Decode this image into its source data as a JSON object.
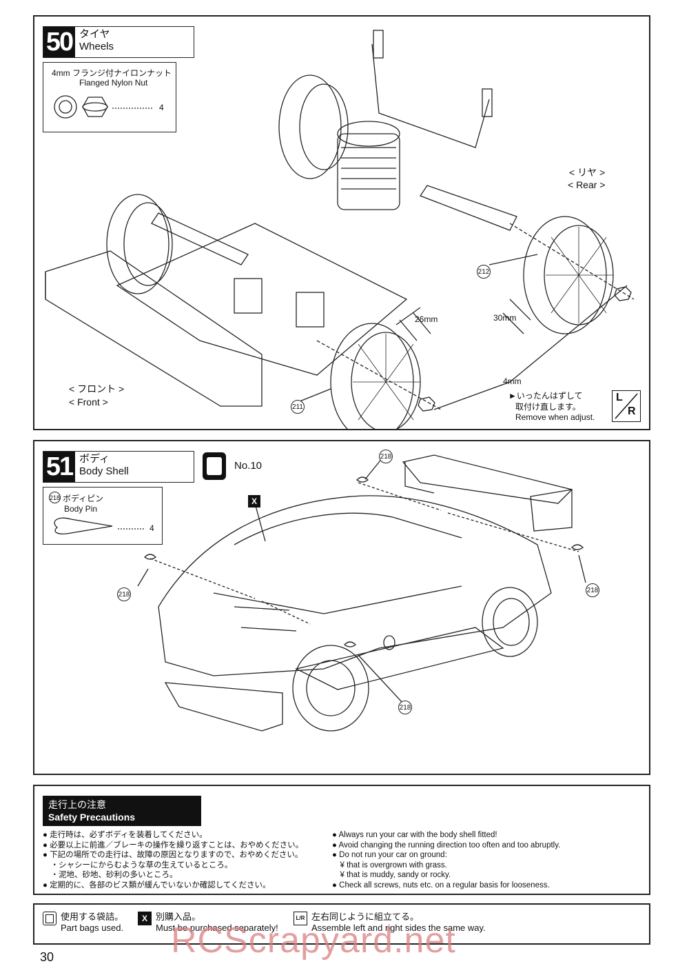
{
  "step50": {
    "number": "50",
    "title_jp": "タイヤ",
    "title_en": "Wheels",
    "part_jp": "4mm フランジ付ナイロンナット",
    "part_en": "Flanged Nylon Nut",
    "part_qty": "4",
    "label_rear_jp": "< リヤ >",
    "label_rear_en": "< Rear >",
    "label_front_jp": "< フロント >",
    "label_front_en": "< Front >",
    "dim_26": "26mm",
    "dim_30": "30mm",
    "dim_4": "4mm",
    "callout_212": "212",
    "callout_211": "211",
    "note_jp1": "►いったんはずして",
    "note_jp2": "取付け直します。",
    "note_en": "Remove when adjust.",
    "lr_top": "L",
    "lr_bottom": "R"
  },
  "step51": {
    "number": "51",
    "title_jp": "ボディ",
    "title_en": "Body Shell",
    "bag_label": "No.10",
    "part_num": "218",
    "part_jp": "ボディピン",
    "part_en": "Body Pin",
    "part_qty": "4",
    "x_mark": "X",
    "callouts": [
      "218",
      "218",
      "218",
      "218"
    ]
  },
  "safety": {
    "title_jp": "走行上の注意",
    "title_en": "Safety Precautions",
    "jp": [
      "● 走行時は、必ずボディを装着してください。",
      "● 必要以上に前進／ブレーキの操作を繰り返すことは、おやめください。",
      "● 下記の場所での走行は、故障の原因となりますので、おやめください。",
      "　・シャシーにからむような草の生えているところ。",
      "　・泥地、砂地、砂利の多いところ。",
      "● 定期的に、各部のビス類が緩んでいないか確認してください。"
    ],
    "en": [
      "● Always run your car with the body shell fitted!",
      "● Avoid changing the running direction too often and too abruptly.",
      "● Do not run your car on ground:",
      "　¥ that is overgrown with grass.",
      "　¥ that is muddy, sandy or rocky.",
      "● Check all screws, nuts etc. on a regular basis for looseness."
    ]
  },
  "legend": {
    "bag_jp": "使用する袋詰。",
    "bag_en": "Part bags used.",
    "x_icon": "X",
    "x_jp": "別購入品。",
    "x_en": "Must be purchased separately!",
    "lr_icon": "L/R",
    "lr_jp": "左右同じように組立てる。",
    "lr_en": "Assemble left and right sides the same way."
  },
  "page_number": "30",
  "watermark": "RCScrapyard.net"
}
